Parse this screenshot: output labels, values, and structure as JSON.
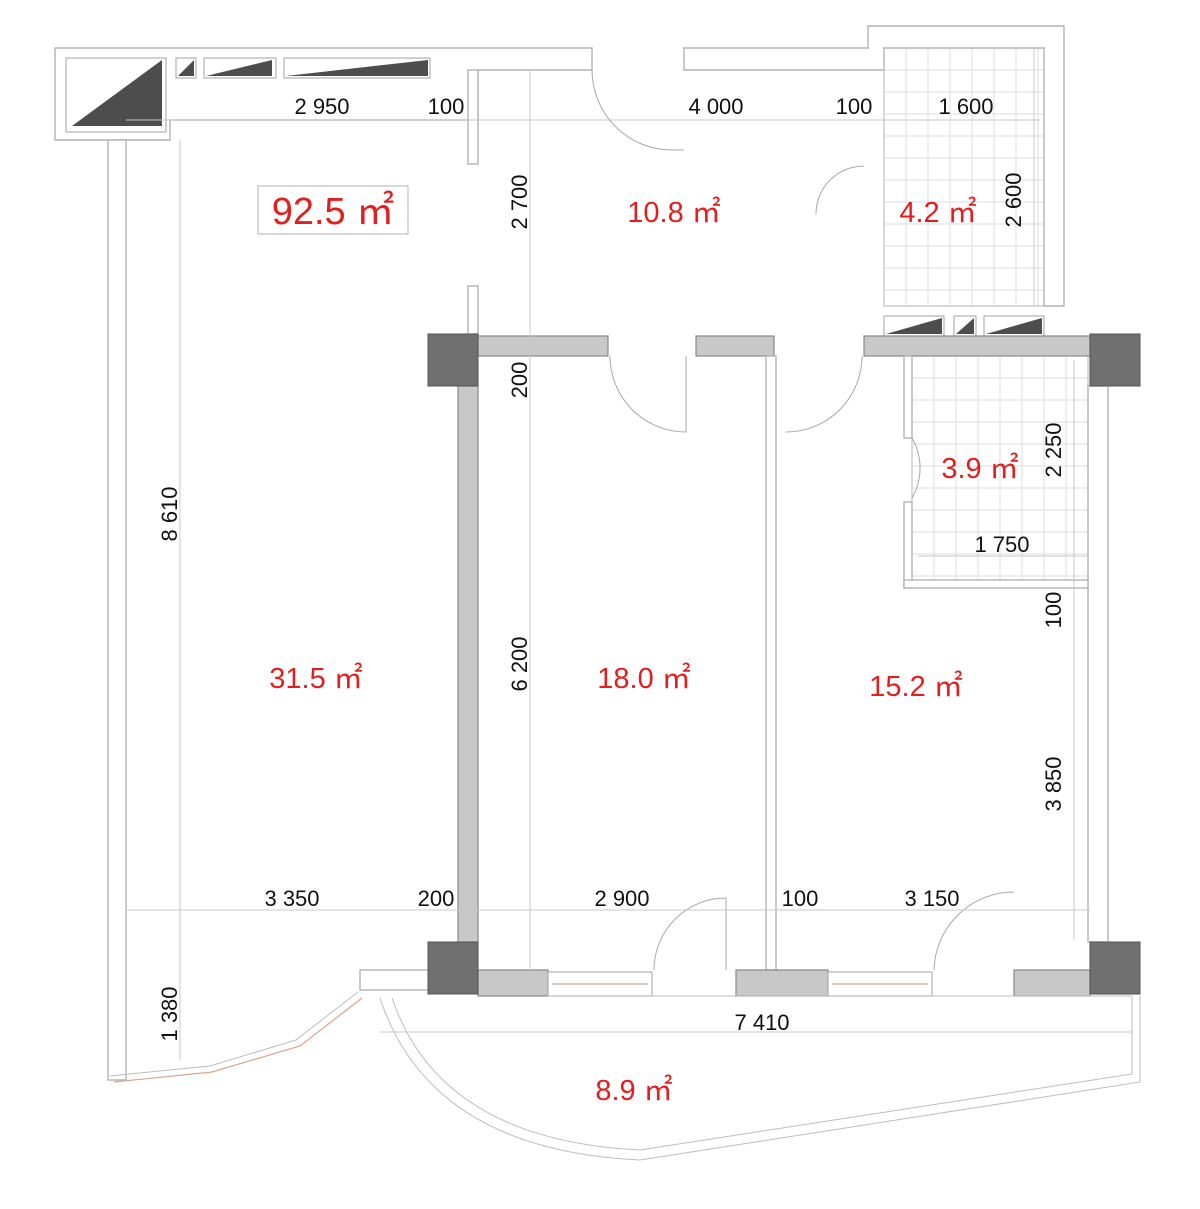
{
  "plan": {
    "total_area": "92.5 ㎡",
    "rooms": {
      "living": "31.5 ㎡",
      "hall": "10.8 ㎡",
      "bathroom_top": "4.2 ㎡",
      "bedroom_middle": "18.0 ㎡",
      "bathroom_right": "3.9 ㎡",
      "bedroom_right": "15.2 ㎡",
      "balcony": "8.9 ㎡"
    },
    "dimensions": {
      "top_2950": "2 950",
      "top_100_a": "100",
      "top_4000": "4 000",
      "top_100_b": "100",
      "top_1600": "1 600",
      "v_2700": "2 700",
      "v_2600": "2 600",
      "v_200": "200",
      "v_8610": "8 610",
      "v_2250": "2 250",
      "h_1750": "1 750",
      "v_100": "100",
      "v_6200": "6 200",
      "v_3850": "3 850",
      "bot_3350": "3 350",
      "bot_200": "200",
      "bot_2900": "2 900",
      "bot_100": "100",
      "bot_3150": "3 150",
      "v_1380": "1 380",
      "balcony_7410": "7 410"
    }
  }
}
